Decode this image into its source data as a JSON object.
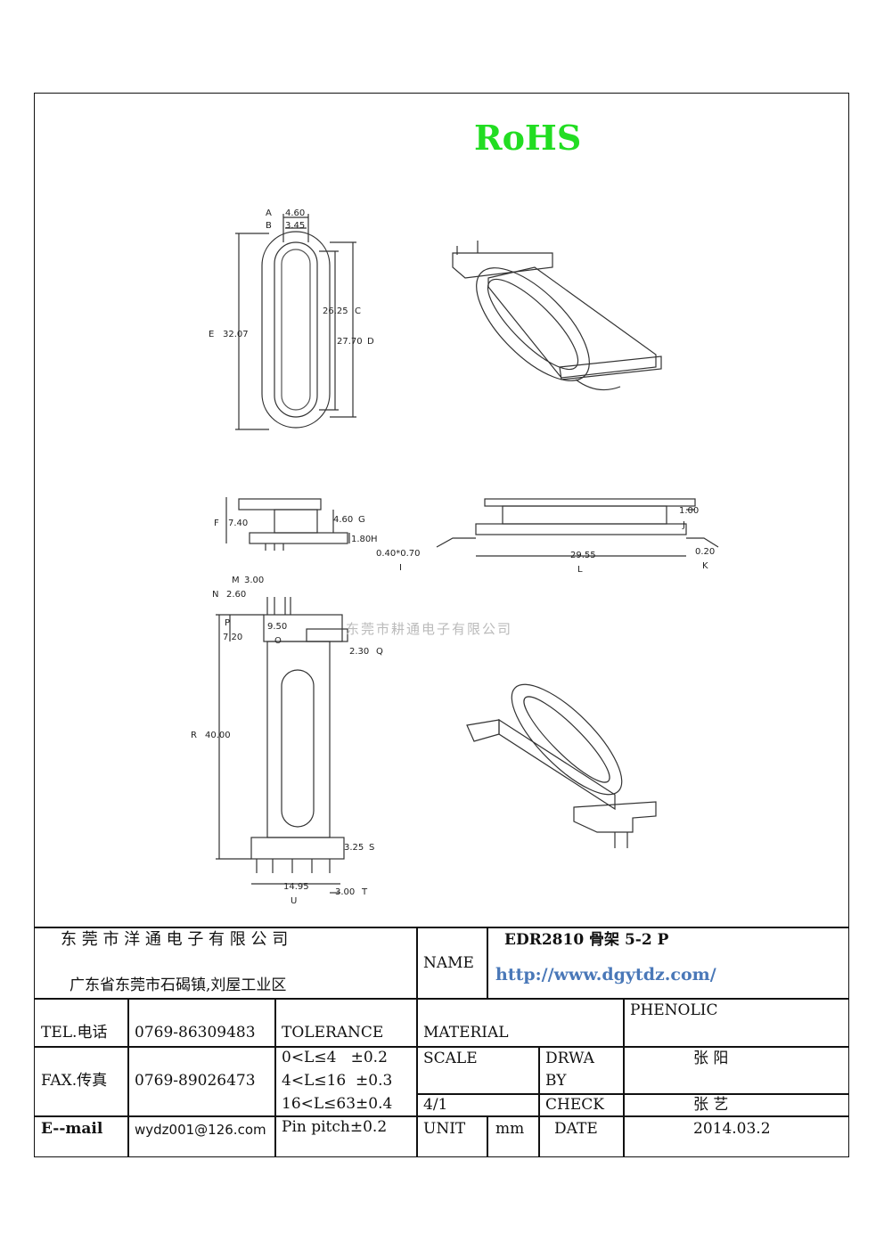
{
  "header": {
    "rohs": "RoHS"
  },
  "watermark": "东莞市耕通电子有限公司",
  "drawing": {
    "top_view": {
      "A": "4.60",
      "B": "3.45",
      "C": "26.25",
      "D": "27.70",
      "E": "32.07",
      "labels": {
        "A": "A",
        "B": "B",
        "C": "C",
        "D": "D",
        "E": "E"
      }
    },
    "side_view": {
      "F": "7.40",
      "G": "4.60",
      "H": "1.80",
      "I": "0.40*0.70",
      "labels": {
        "F": "F",
        "G": "G",
        "H": "H",
        "I": "I"
      }
    },
    "front_view": {
      "J": "1.00",
      "K": "0.20",
      "L": "29.55",
      "labels": {
        "J": "J",
        "K": "K",
        "L": "L"
      }
    },
    "bottom_view": {
      "M": "3.00",
      "N": "2.60",
      "O": "9.50",
      "P": "7.20",
      "Q": "2.30",
      "R": "40.00",
      "S": "3.25",
      "T": "3.00",
      "U": "14.95",
      "labels": {
        "M": "M",
        "N": "N",
        "O": "O",
        "P": "P",
        "Q": "Q",
        "R": "R",
        "S": "S",
        "T": "T",
        "U": "U"
      }
    }
  },
  "title_block": {
    "company": "东 莞 市 洋 通 电 子 有 限 公 司",
    "address": "广东省东莞市石碣镇,刘屋工业区",
    "name_label": "NAME",
    "part_name": "EDR2810 骨架  5-2 P",
    "url": "http://www.dgytdz.com/",
    "tel_label": "TEL.电话",
    "tel": "0769-86309483",
    "fax_label": "FAX.传真",
    "fax": "0769-89026473",
    "email_label": "E--mail",
    "email": "wydz001@126.com",
    "tolerance_label": "TOLERANCE",
    "tolerances": [
      "0<L≤4   ±0.2",
      "4<L≤16  ±0.3",
      "16<L≤63±0.4",
      "Pin pitch±0.2"
    ],
    "material_label": "MATERIAL",
    "material": "PHENOLIC",
    "scale_label": "SCALE",
    "scale": "4/1",
    "drawn_by_label_1": "DRWA",
    "drawn_by_label_2": "BY",
    "drawn_by": "张 阳",
    "check_label": "CHECK",
    "checked_by": "张 艺",
    "unit_label": "UNIT",
    "unit": "mm",
    "date_label": "DATE",
    "date": "2014.03.2"
  }
}
